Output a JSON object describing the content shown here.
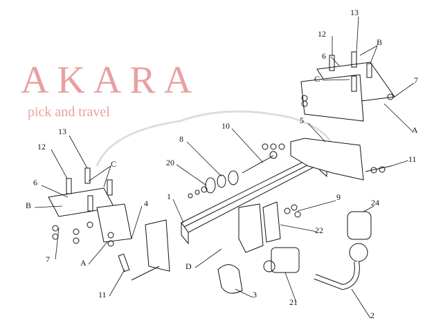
{
  "watermark": {
    "brand": "AKARA",
    "tagline": "pick and travel"
  },
  "labels": {
    "right_13": "13",
    "right_12": "12",
    "right_B": "B",
    "right_6": "6",
    "right_7": "7",
    "right_C": "C",
    "right_5": "5",
    "right_A": "A",
    "right_11": "11",
    "p10": "10",
    "p8": "8",
    "p20": "20",
    "left_13": "13",
    "left_12": "12",
    "left_C": "C",
    "left_6": "6",
    "p1": "1",
    "left_B": "B",
    "p4": "4",
    "p9": "9",
    "p24": "24",
    "p22": "22",
    "left_7": "7",
    "left_A": "A",
    "p_D": "D",
    "left_11": "11",
    "p3": "3",
    "p21": "21",
    "p2": "2"
  }
}
